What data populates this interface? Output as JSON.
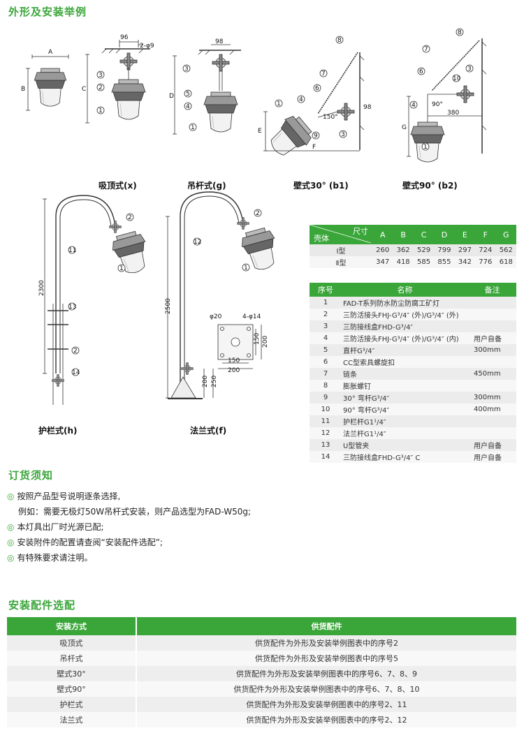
{
  "section1_title": "外形及安装举例",
  "captions": {
    "x": "吸顶式(x)",
    "g": "吊杆式(g)",
    "b1": "壁式30° (b1)",
    "b2": "壁式90° (b2)",
    "h": "护栏式(h)",
    "f": "法兰式(f)"
  },
  "drawing_labels": {
    "dim_96": "96",
    "dim_2phi9": "2-φ9",
    "dim_98": "98",
    "dim_A": "A",
    "dim_B": "B",
    "dim_C": "C",
    "dim_D": "D",
    "dim_E": "E",
    "dim_F": "F",
    "dim_G": "G",
    "angle_150": "150°",
    "angle_90": "90°",
    "dim_380": "380",
    "dim_2300": "2300",
    "dim_2500": "2500",
    "dim_phi20": "φ20",
    "dim_4phi14": "4-φ14",
    "dim_150": "150",
    "dim_200": "200",
    "dim_250": "250",
    "n1": "1",
    "n2": "2",
    "n3": "3",
    "n4": "4",
    "n5": "5",
    "n6": "6",
    "n7": "7",
    "n8": "8",
    "n9": "9",
    "n10": "10",
    "n11": "11",
    "n12": "12",
    "n13": "13",
    "n14": "14"
  },
  "dim_table": {
    "header_top": "尺寸",
    "header_left": "壳体",
    "columns": [
      "A",
      "B",
      "C",
      "D",
      "E",
      "F",
      "G"
    ],
    "rows": [
      {
        "type": "Ⅰ型",
        "values": [
          "260",
          "362",
          "529",
          "799",
          "297",
          "724",
          "562"
        ]
      },
      {
        "type": "Ⅱ型",
        "values": [
          "347",
          "418",
          "585",
          "855",
          "342",
          "776",
          "618"
        ]
      }
    ]
  },
  "parts_table": {
    "headers": [
      "序号",
      "名称",
      "备注"
    ],
    "rows": [
      {
        "no": "1",
        "name": "FAD-T系列防水防尘防腐工矿灯",
        "note": ""
      },
      {
        "no": "2",
        "name": "三防活接头FHJ-G³/4″ (外)/G³/4″ (外)",
        "note": ""
      },
      {
        "no": "3",
        "name": "三防接线盒FHD-G³/4″",
        "note": ""
      },
      {
        "no": "4",
        "name": "三防活接头FHJ-G³/4″ (外)/G³/4″ (内)",
        "note": "用户自备"
      },
      {
        "no": "5",
        "name": "直杆G³/4″",
        "note": "300mm"
      },
      {
        "no": "6",
        "name": "CC型索具螺旋扣",
        "note": ""
      },
      {
        "no": "7",
        "name": "链条",
        "note": "450mm"
      },
      {
        "no": "8",
        "name": "膨胀螺钉",
        "note": ""
      },
      {
        "no": "9",
        "name": "30° 弯杆G³/4″",
        "note": "300mm"
      },
      {
        "no": "10",
        "name": "90° 弯杆G³/4″",
        "note": "400mm"
      },
      {
        "no": "11",
        "name": "护栏杆G1¹/4″",
        "note": ""
      },
      {
        "no": "12",
        "name": "法兰杆G1¹/4″",
        "note": ""
      },
      {
        "no": "13",
        "name": "U型管夹",
        "note": "用户自备"
      },
      {
        "no": "14",
        "name": "三防接线盒FHD-G³/4″ C",
        "note": "用户自备"
      }
    ]
  },
  "section2_title": "订货须知",
  "order_notes": [
    {
      "bullet": "◎",
      "text": "按照产品型号说明逐条选择,"
    },
    {
      "bullet": "",
      "text": "例如：需要无极灯50W吊杆式安装，则产品选型为FAD-W50g;"
    },
    {
      "bullet": "◎",
      "text": "本灯具出厂时光源已配;"
    },
    {
      "bullet": "◎",
      "text": "安装附件的配置请查阅“安装配件选配”;"
    },
    {
      "bullet": "◎",
      "text": "有特殊要求请注明。"
    }
  ],
  "section3_title": "安装配件选配",
  "acc_table": {
    "headers": [
      "安装方式",
      "供货配件"
    ],
    "rows": [
      [
        "吸顶式",
        "供货配件为外形及安装举例图表中的序号2"
      ],
      [
        "吊杆式",
        "供货配件为外形及安装举例图表中的序号5"
      ],
      [
        "壁式30°",
        "供货配件为外形及安装举例图表中的序号6、7、8、9"
      ],
      [
        "壁式90°",
        "供货配件为外形及安装举例图表中的序号6、7、8、10"
      ],
      [
        "护栏式",
        "供货配件为外形及安装举例图表中的序号2、11"
      ],
      [
        "法兰式",
        "供货配件为外形及安装举例图表中的序号2、12"
      ]
    ]
  },
  "colors": {
    "accent": "#3aa63a",
    "line": "#333333"
  }
}
